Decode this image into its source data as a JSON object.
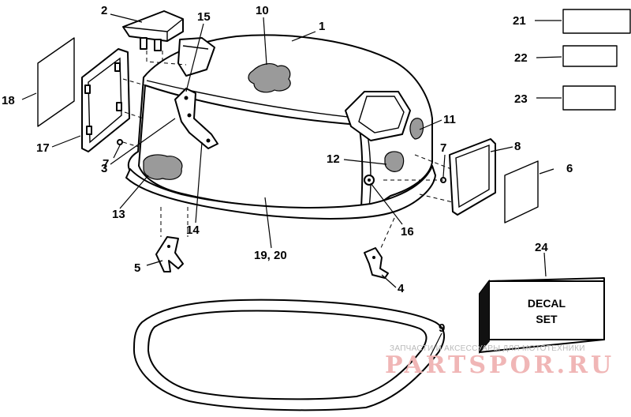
{
  "diagram": {
    "callouts": [
      "1",
      "2",
      "3",
      "4",
      "5",
      "6",
      "7",
      "7",
      "8",
      "9",
      "10",
      "11",
      "12",
      "13",
      "14",
      "15",
      "16",
      "17",
      "18",
      "19, 20",
      "21",
      "22",
      "23",
      "24"
    ],
    "decal_box": {
      "line1": "DECAL",
      "line2": "SET"
    },
    "watermark": {
      "small": "ЗАПЧАСТИ И АКСЕССУАРЫ ДЛЯ МОТОТЕХНИКИ",
      "large": "PARTSPOR.RU"
    }
  }
}
